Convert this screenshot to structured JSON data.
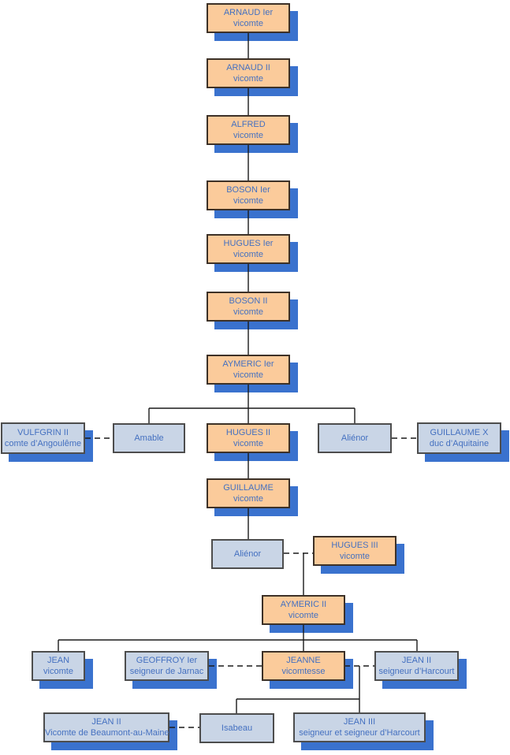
{
  "palette": {
    "box_orange": "#FBCB9B",
    "box_blue": "#C9D5E6",
    "drop_shadow_blue": "#3A72CE",
    "text_blue": "#4470C0"
  },
  "nodes": {
    "arnaud1": {
      "name": "ARNAUD Ier",
      "title": "vicomte"
    },
    "arnaud2": {
      "name": "ARNAUD II",
      "title": "vicomte"
    },
    "alfred": {
      "name": "ALFRED",
      "title": "vicomte"
    },
    "boson1": {
      "name": "BOSON Ier",
      "title": "vicomte"
    },
    "hugues1": {
      "name": "HUGUES Ier",
      "title": "vicomte"
    },
    "boson2": {
      "name": "BOSON II",
      "title": "vicomte"
    },
    "aymeric1": {
      "name": "AYMERIC Ier",
      "title": "vicomte"
    },
    "vulfgrin2": {
      "name": "VULFGRIN II",
      "title": "comte d’Angoulême"
    },
    "amable": {
      "name": "Amable",
      "title": ""
    },
    "hugues2": {
      "name": "HUGUES II",
      "title": "vicomte"
    },
    "alienor1": {
      "name": "Aliénor",
      "title": ""
    },
    "guillaume10": {
      "name": "GUILLAUME X",
      "title": "duc d’Aquitaine"
    },
    "guillaume": {
      "name": "GUILLAUME",
      "title": "vicomte"
    },
    "alienor2": {
      "name": "Aliénor",
      "title": ""
    },
    "hugues3": {
      "name": "HUGUES III",
      "title": "vicomte"
    },
    "aymeric2": {
      "name": "AYMERIC II",
      "title": "vicomte"
    },
    "jean1": {
      "name": "JEAN",
      "title": "vicomte"
    },
    "geoffroy1": {
      "name": "GEOFFROY Ier",
      "title": "seigneur de Jarnac"
    },
    "jeanne": {
      "name": "JEANNE",
      "title": "vicomtesse"
    },
    "jean2_harcourt": {
      "name": "JEAN II",
      "title": "seigneur d’Harcourt"
    },
    "jean2_beaumont": {
      "name": "JEAN II",
      "title": "Vicomte de Beaumont-au-Maine"
    },
    "isabeau": {
      "name": "Isabeau",
      "title": ""
    },
    "jean3": {
      "name": "JEAN III",
      "title": "seigneur et seigneur d’Harcourt"
    }
  }
}
